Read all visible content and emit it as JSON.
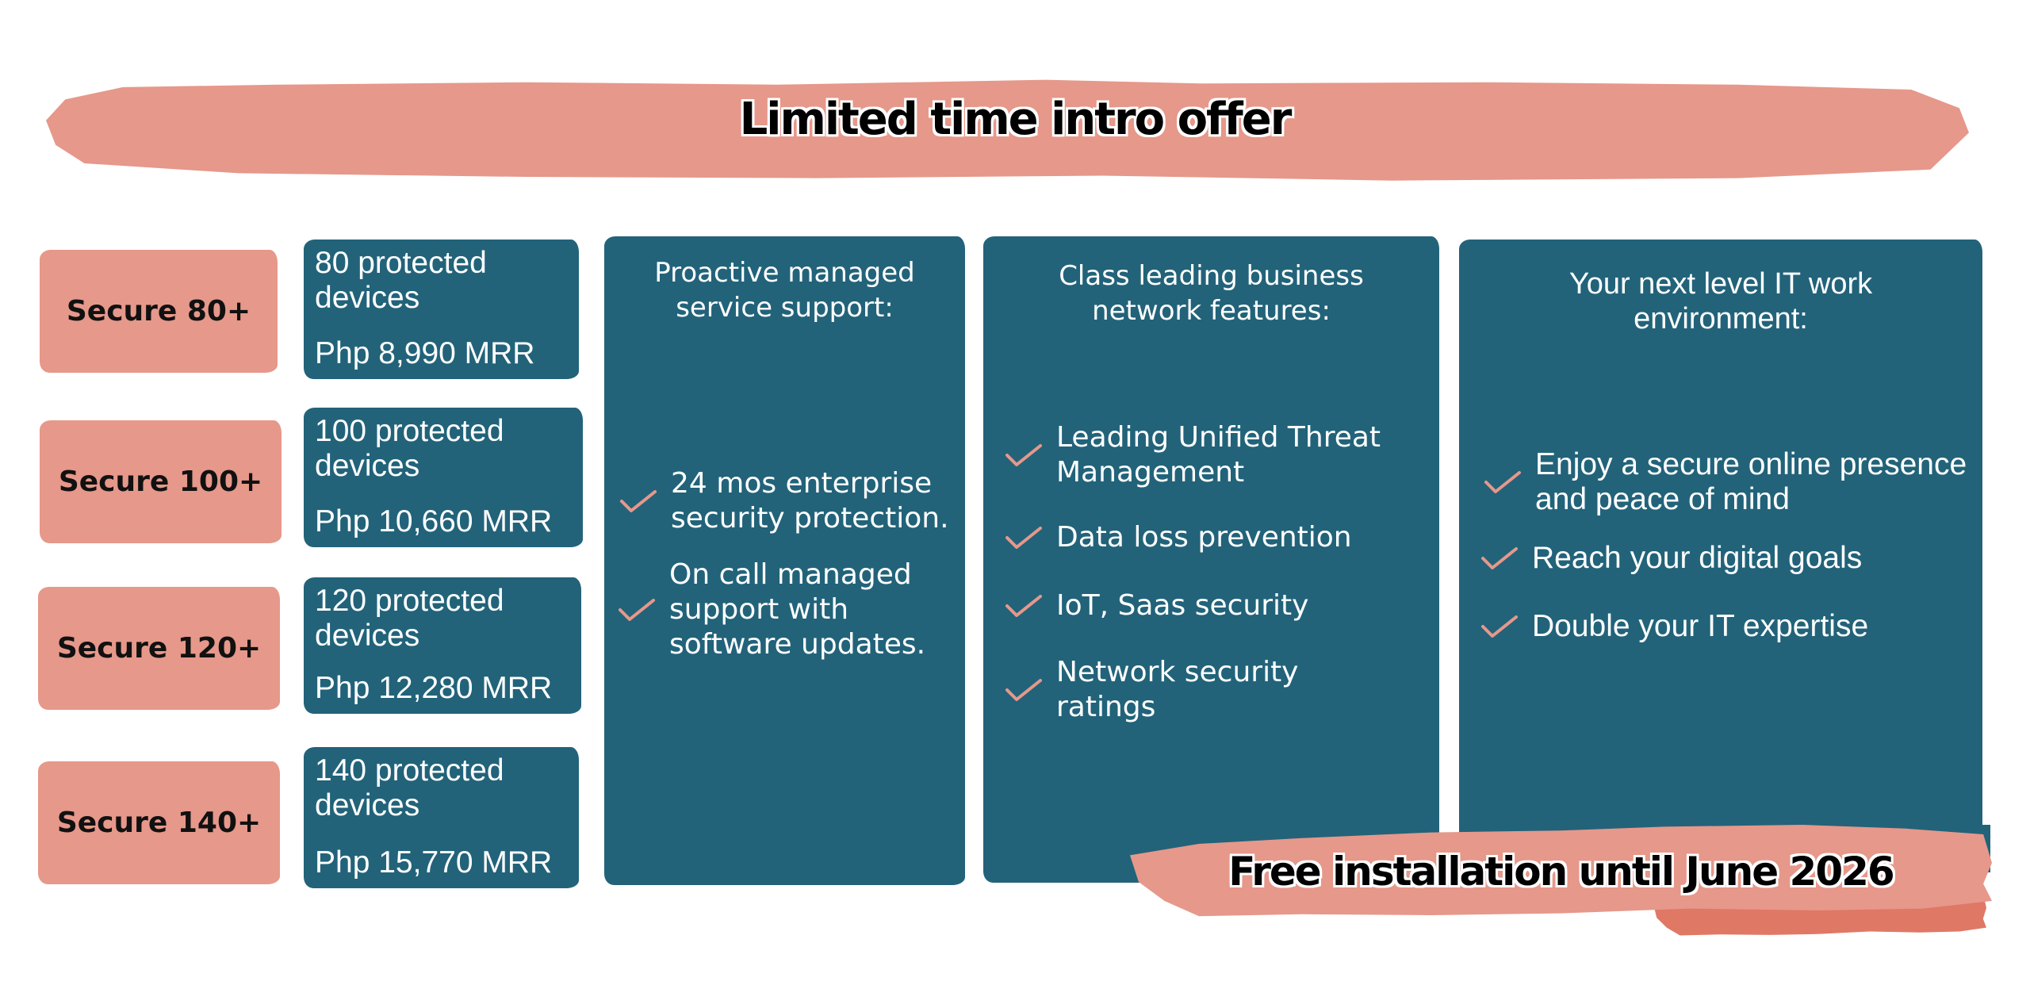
{
  "header": {
    "title": "Limited time intro offer"
  },
  "colors": {
    "salmon": "#E6988A",
    "salmon_dark": "#E07866",
    "teal": "#22637A",
    "text_dark": "#111111",
    "text_light": "#FFFFFF"
  },
  "tiers": [
    {
      "name": "Secure 80+",
      "devices": "80 protected devices",
      "price": "Php 8,990 MRR"
    },
    {
      "name": "Secure 100+",
      "devices": "100 protected devices",
      "price": "Php 10,660 MRR"
    },
    {
      "name": "Secure 120+",
      "devices": "120 protected devices",
      "price": "Php 12,280 MRR"
    },
    {
      "name": "Secure 140+",
      "devices": "140 protected devices",
      "price": "Php 15,770 MRR"
    }
  ],
  "columns": [
    {
      "title": "Proactive managed service support:",
      "features": [
        {
          "icon": "checkmark-icon",
          "text": "24 mos enterprise security protection."
        },
        {
          "icon": "checkmark-icon",
          "text": "On call managed support with software updates."
        }
      ]
    },
    {
      "title": "Class leading business network features:",
      "features": [
        {
          "icon": "checkmark-icon",
          "text": "Leading Unified Threat Management"
        },
        {
          "icon": "checkmark-icon",
          "text": "Data loss prevention"
        },
        {
          "icon": "checkmark-icon",
          "text": "IoT, Saas security"
        },
        {
          "icon": "checkmark-icon",
          "text": "Network security ratings"
        }
      ]
    },
    {
      "title": "Your next level IT work environment:",
      "features": [
        {
          "icon": "checkmark-icon",
          "text": "Enjoy a secure online presence and peace of mind"
        },
        {
          "icon": "checkmark-icon",
          "text": "Reach your digital goals"
        },
        {
          "icon": "checkmark-icon",
          "text": "Double your IT expertise"
        }
      ]
    }
  ],
  "footer": {
    "promo": "Free installation until June 2026"
  }
}
